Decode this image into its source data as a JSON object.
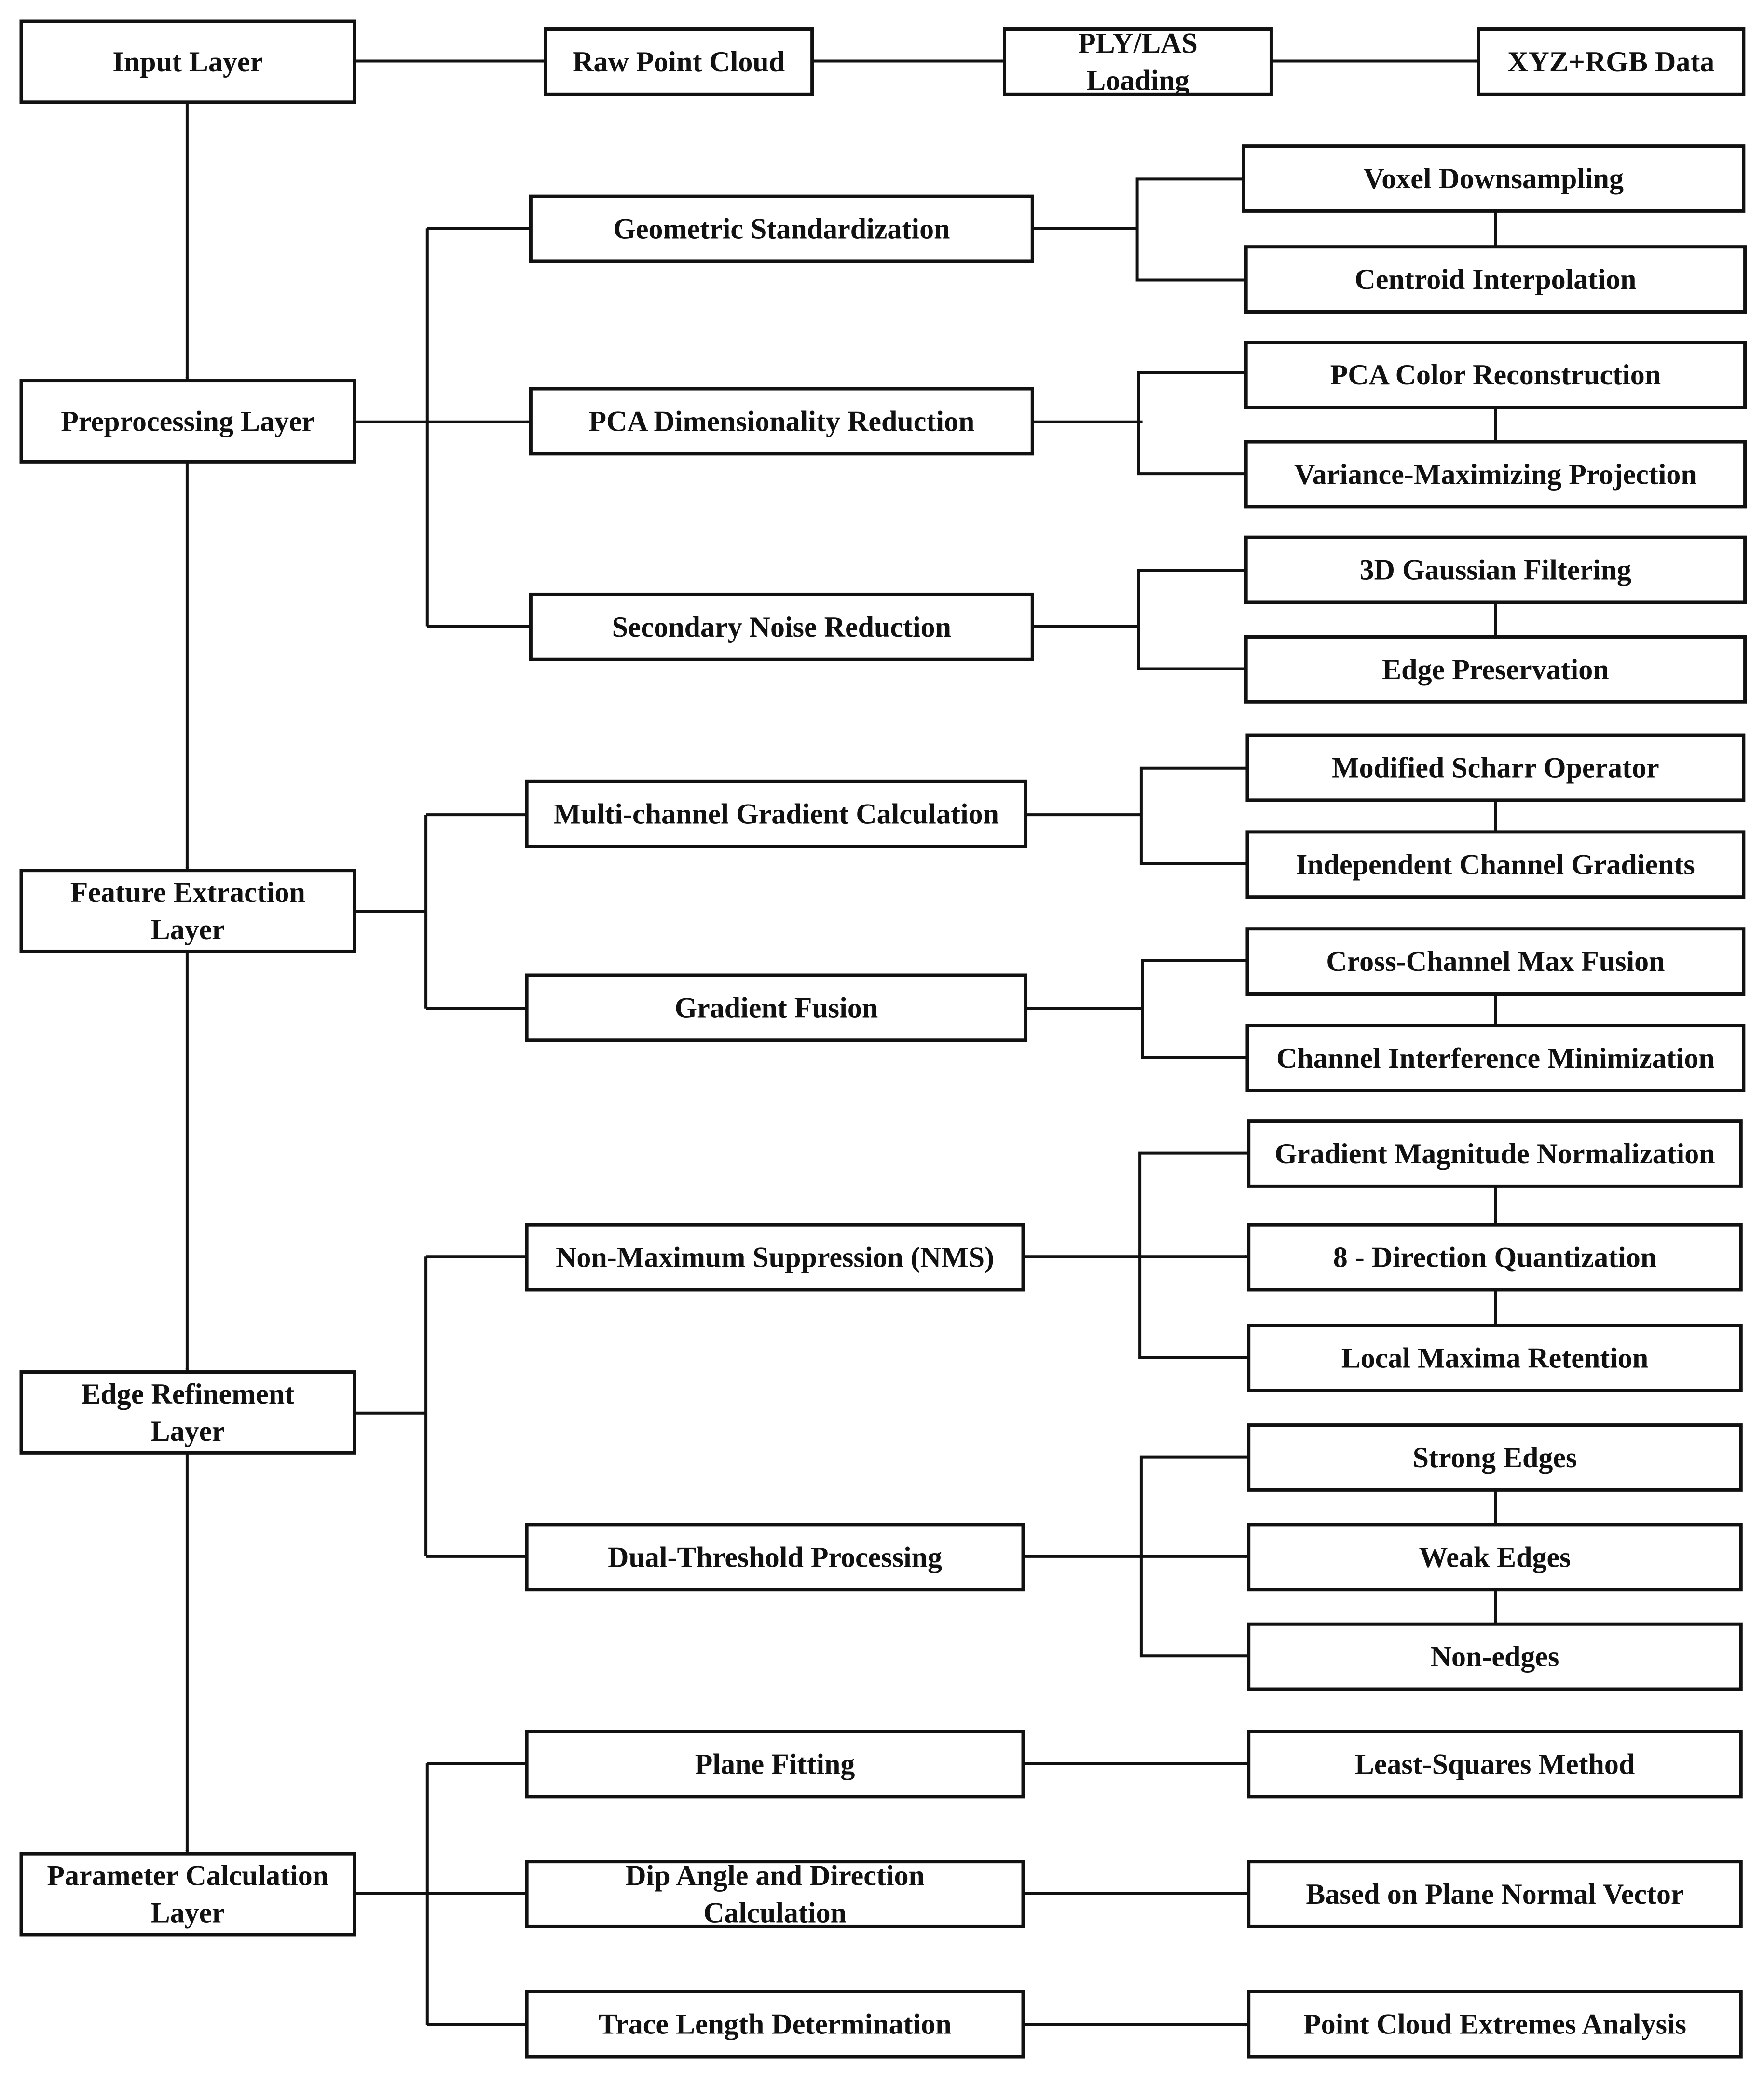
{
  "layers": {
    "input": [
      "Input Layer"
    ],
    "preprocessing": [
      "Preprocessing Layer"
    ],
    "feature": [
      "Feature Extraction",
      "Layer"
    ],
    "edge": [
      "Edge Refinement",
      "Layer"
    ],
    "parameter": [
      "Parameter Calculation",
      "Layer"
    ]
  },
  "input_flow": {
    "raw": [
      "Raw Point Cloud"
    ],
    "loading": [
      "PLY/LAS",
      "Loading"
    ],
    "xyz": [
      "XYZ+RGB Data"
    ]
  },
  "preprocessing": {
    "geo": [
      "Geometric Standardization"
    ],
    "voxel": [
      "Voxel Downsampling"
    ],
    "centroid": [
      "Centroid Interpolation"
    ],
    "pca": [
      "PCA Dimensionality Reduction"
    ],
    "pca_color": [
      "PCA Color Reconstruction"
    ],
    "variance": [
      "Variance-Maximizing Projection"
    ],
    "noise": [
      "Secondary Noise Reduction"
    ],
    "gauss": [
      "3D Gaussian Filtering"
    ],
    "edge_pres": [
      "Edge Preservation"
    ]
  },
  "feature": {
    "grad": [
      "Multi-channel Gradient Calculation"
    ],
    "scharr": [
      "Modified Scharr Operator"
    ],
    "indep": [
      "Independent Channel Gradients"
    ],
    "fusion": [
      "Gradient Fusion"
    ],
    "cross": [
      "Cross-Channel Max Fusion"
    ],
    "interf": [
      "Channel Interference Minimization"
    ]
  },
  "edge": {
    "nms": [
      "Non-Maximum Suppression (NMS)"
    ],
    "norm": [
      "Gradient Magnitude Normalization"
    ],
    "quant": [
      "8 - Direction Quantization"
    ],
    "local": [
      "Local Maxima Retention"
    ],
    "dual": [
      "Dual-Threshold Processing"
    ],
    "strong": [
      "Strong Edges"
    ],
    "weak": [
      "Weak Edges"
    ],
    "non": [
      "Non-edges"
    ]
  },
  "parameter": {
    "plane": [
      "Plane Fitting"
    ],
    "lsq": [
      "Least-Squares Method"
    ],
    "dip": [
      "Dip Angle and Direction",
      "Calculation"
    ],
    "normal": [
      "Based on Plane Normal Vector"
    ],
    "trace": [
      "Trace Length Determination"
    ],
    "extreme": [
      "Point Cloud Extremes Analysis"
    ]
  }
}
